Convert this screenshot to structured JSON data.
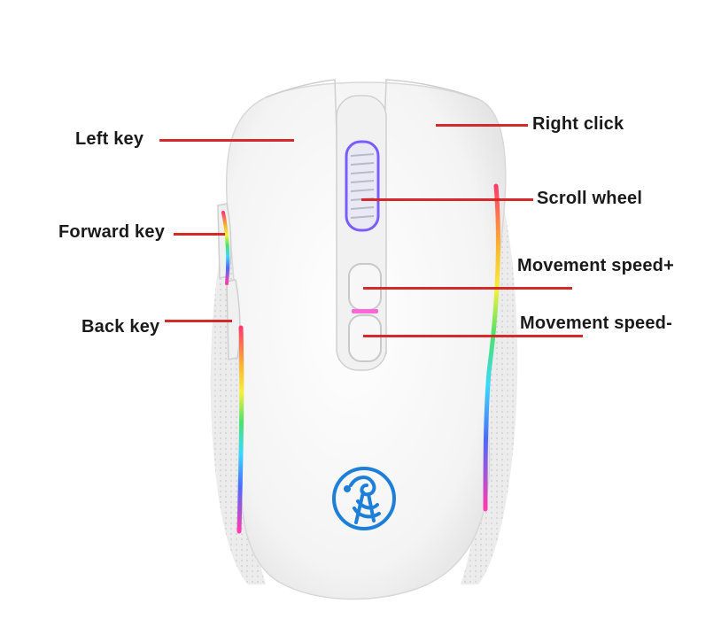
{
  "annotations": {
    "left_key": "Left key",
    "right_click": "Right click",
    "scroll_wheel": "Scroll wheel",
    "forward_key": "Forward key",
    "movement_speed_plus": "Movement speed+",
    "back_key": "Back key",
    "movement_speed_minus": "Movement speed-"
  },
  "colors": {
    "callout_line": "#d42a2a",
    "logo_blue": "#1e7fd8",
    "body_white": "#f4f4f4"
  },
  "icons": {
    "logo": "scorpion-logo-icon"
  }
}
